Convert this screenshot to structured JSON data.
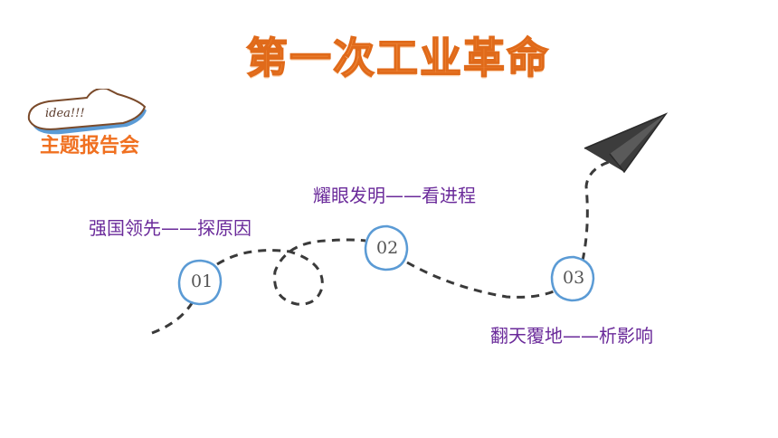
{
  "title": "第一次工业革命",
  "badge": {
    "icon_text": "idea!!!",
    "label": "主题报告会"
  },
  "steps": [
    {
      "num": "01",
      "label": "强国领先——探原因"
    },
    {
      "num": "02",
      "label": "耀眼发明——看进程"
    },
    {
      "num": "03",
      "label": "翻天覆地——析影响"
    }
  ],
  "colors": {
    "title": "#f08a3c",
    "label": "#6a2a9a",
    "node": "#5b9bd5",
    "path": "#3a3a3a"
  }
}
